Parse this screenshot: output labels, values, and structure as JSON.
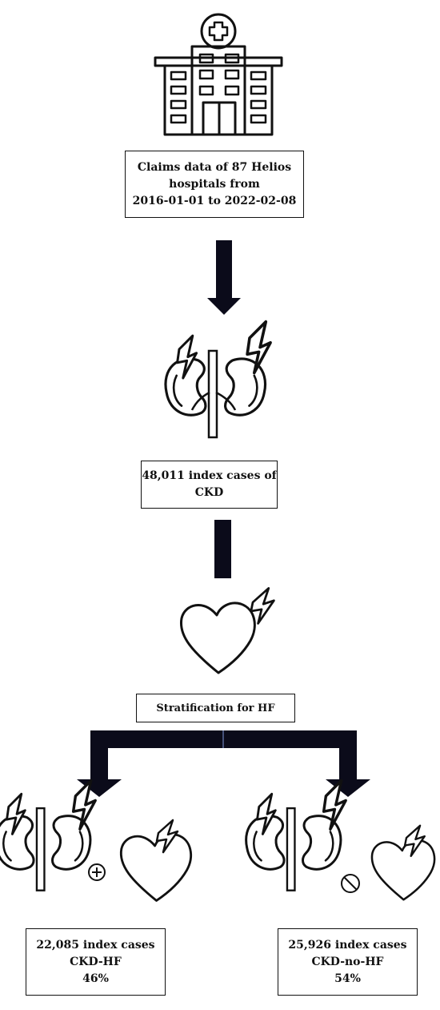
{
  "nodes": {
    "claims": {
      "lines": [
        "Claims data of 87 Helios",
        "hospitals from",
        "2016-01-01 to 2022-02-08"
      ]
    },
    "ckd": {
      "lines": [
        "48,011 index cases of",
        "CKD"
      ]
    },
    "stratification": {
      "lines": [
        "Stratification for HF"
      ]
    },
    "ckd_hf": {
      "lines": [
        "22,085 index cases",
        "CKD-HF",
        "46%"
      ]
    },
    "ckd_no_hf": {
      "lines": [
        "25,926 index cases",
        "CKD-no-HF",
        "54%"
      ]
    }
  },
  "icons": [
    "hospital-icon",
    "kidney-icon",
    "heart-icon",
    "plus-icon",
    "prohibited-icon",
    "arrow-down-icon"
  ],
  "colors": {
    "line": "#111111",
    "arrow": "#0b0b1a",
    "background": "#ffffff"
  }
}
